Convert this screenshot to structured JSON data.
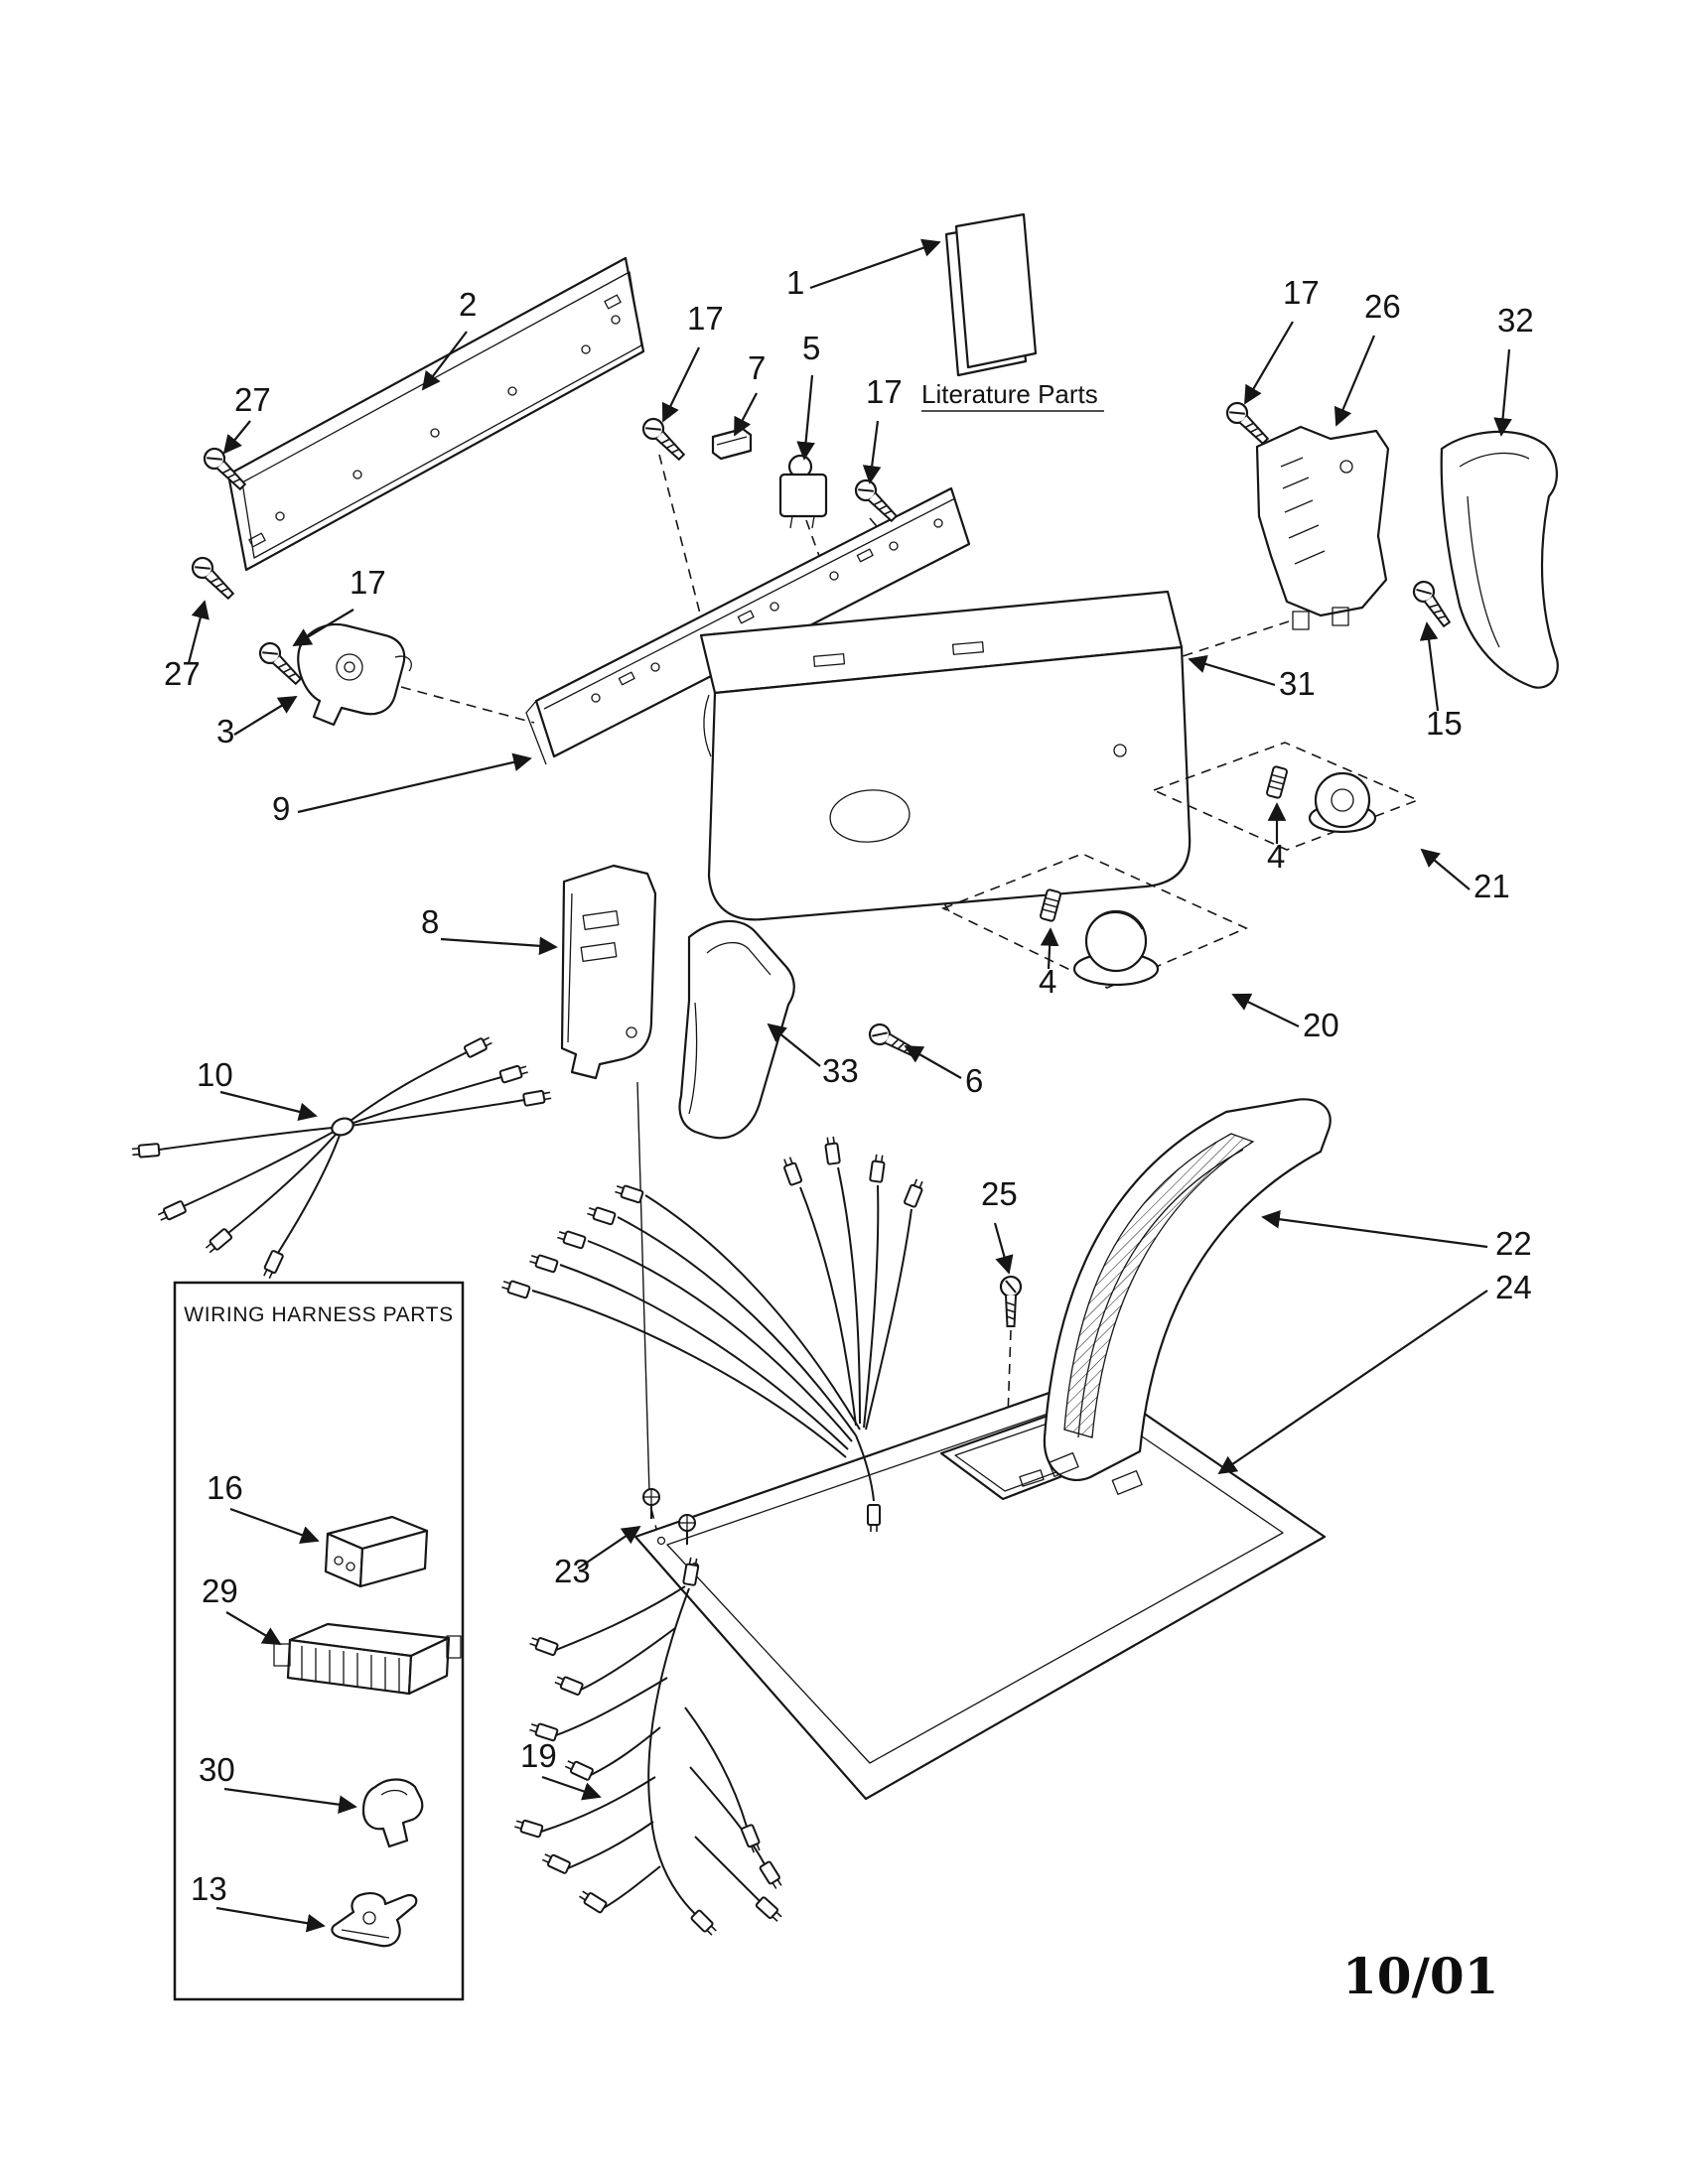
{
  "document": {
    "type": "appliance exploded parts diagram - top and console parts",
    "date_code": "10/01"
  },
  "annotations": {
    "literature_parts": "Literature Parts",
    "wiring_harness_title": "WIRING HARNESS PARTS"
  },
  "part_numbers": {
    "p1": "1",
    "p2": "2",
    "p3": "3",
    "p4": "4",
    "p5": "5",
    "p6": "6",
    "p7": "7",
    "p8": "8",
    "p9": "9",
    "p10": "10",
    "p13": "13",
    "p15": "15",
    "p16": "16",
    "p17": "17",
    "p19": "19",
    "p20": "20",
    "p21": "21",
    "p22": "22",
    "p23": "23",
    "p24": "24",
    "p25": "25",
    "p26": "26",
    "p27": "27",
    "p29": "29",
    "p30": "30",
    "p31": "31",
    "p32": "32",
    "p33": "33"
  },
  "colors": {
    "ink": "#161616",
    "paper": "#ffffff"
  }
}
